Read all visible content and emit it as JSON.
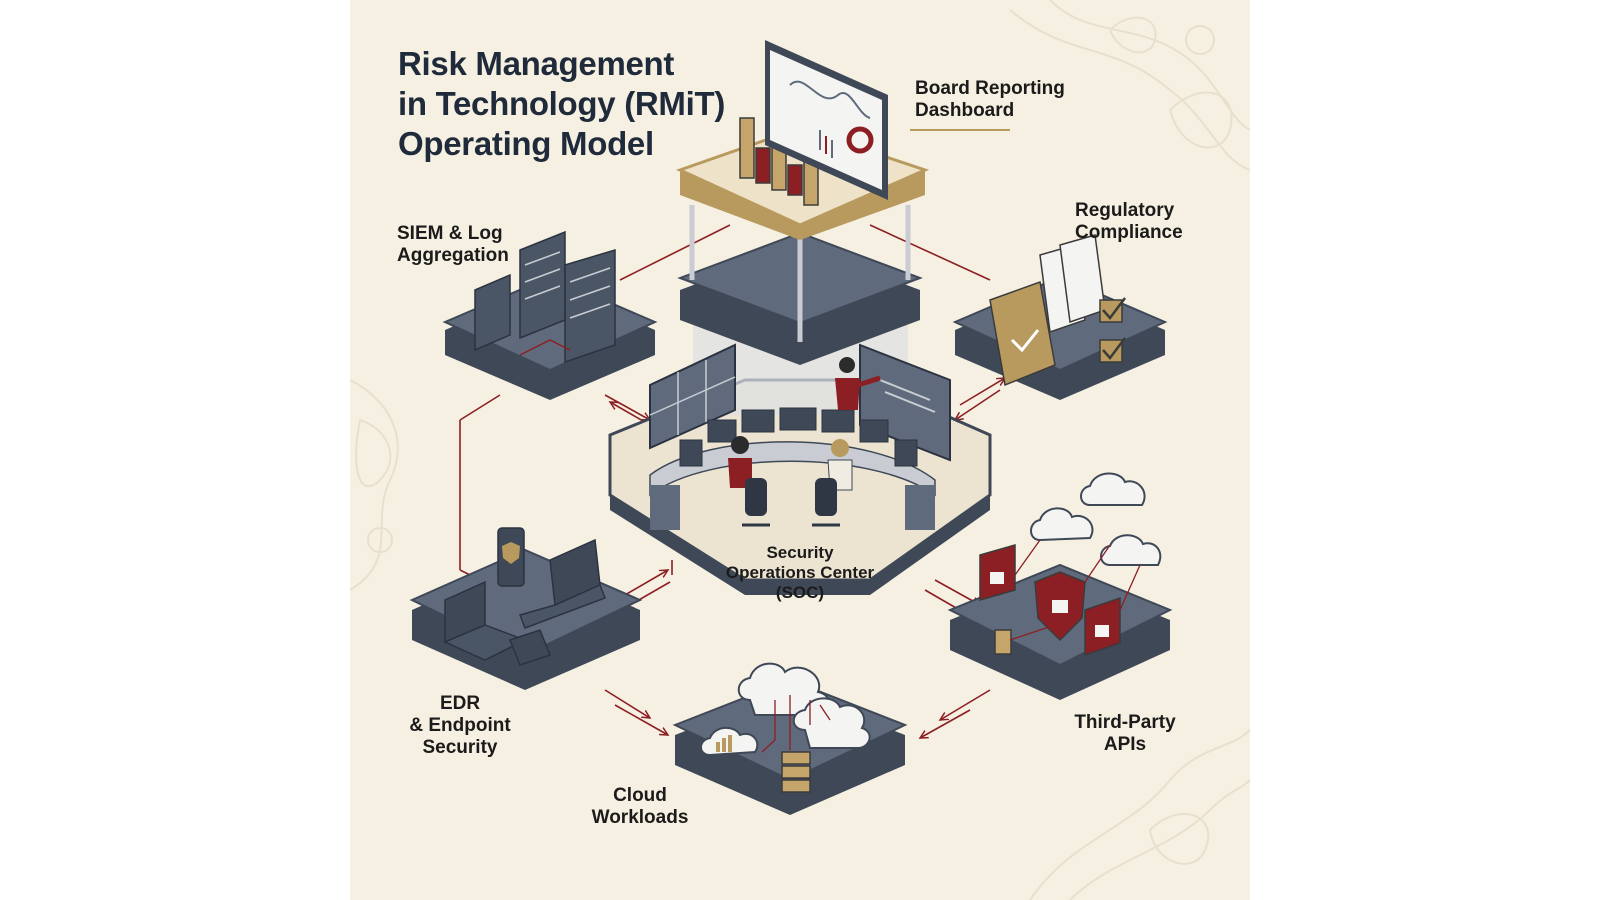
{
  "title": {
    "line1": "Risk Management",
    "line2": "in Technology (RMiT)",
    "line3": "Operating Model"
  },
  "nodes": {
    "board": {
      "line1": "Board Reporting",
      "line2": "Dashboard"
    },
    "siem": {
      "line1": "SIEM & Log",
      "line2": "Aggregation"
    },
    "regulatory": {
      "line1": "Regulatory",
      "line2": "Compliance"
    },
    "soc": {
      "line1": "Security",
      "line2": "Operations Center",
      "line3": "(SOC)"
    },
    "edr": {
      "line1": "EDR",
      "line2": "& Endpoint",
      "line3": "Security"
    },
    "cloud": {
      "line1": "Cloud",
      "line2": "Workloads"
    },
    "third_party": {
      "line1": "Third-Party",
      "line2": "APIs"
    }
  },
  "colors": {
    "background": "#f6f0e2",
    "platform_top": "#5f6b7c",
    "platform_side": "#3e4857",
    "accent_red": "#8c1f23",
    "gold": "#b89a5e",
    "text": "#1f2a3a"
  },
  "icons": [
    "server-rack-icon",
    "monitor-icon",
    "folder-icon",
    "checkmark-icon",
    "laptop-icon",
    "phone-icon",
    "cloud-icon",
    "lock-icon",
    "shield-icon",
    "chart-icon",
    "person-icon",
    "desk-icon"
  ]
}
